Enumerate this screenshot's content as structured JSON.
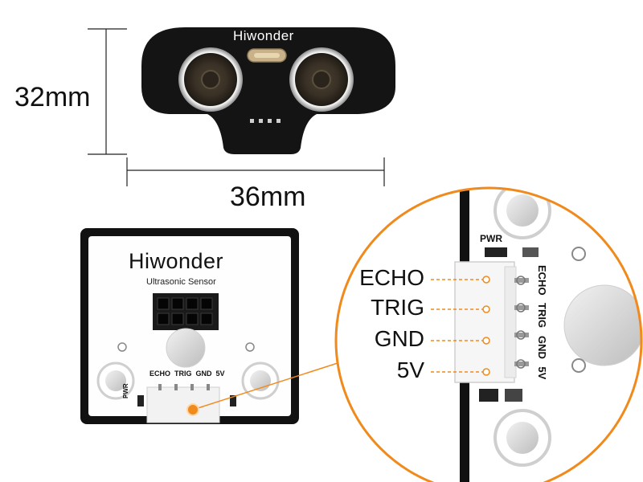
{
  "dimensions": {
    "height_label": "32mm",
    "width_label": "36mm"
  },
  "top_module": {
    "brand": "Hiwonder"
  },
  "board": {
    "brand": "Hiwonder",
    "subtitle": "Ultrasonic Sensor",
    "pin_header": [
      "ECHO",
      "TRIG",
      "GND",
      "5V"
    ],
    "power_label": "PWR"
  },
  "zoom": {
    "pins": [
      "ECHO",
      "TRIG",
      "GND",
      "5V"
    ],
    "power_label": "PWR",
    "pcb_pin_labels": [
      "ECHO",
      "TRIG",
      "GND",
      "5V"
    ]
  },
  "colors": {
    "accent": "#f08a1c",
    "board_black": "#111111",
    "board_white": "#ffffff"
  }
}
